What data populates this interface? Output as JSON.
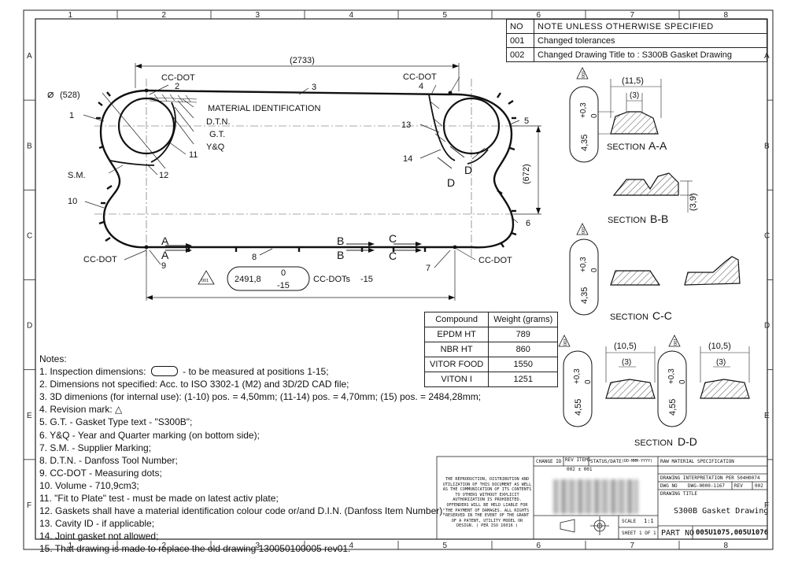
{
  "border_cols": [
    "1",
    "2",
    "3",
    "4",
    "5",
    "6",
    "7",
    "8"
  ],
  "border_rows": [
    "A",
    "B",
    "C",
    "D",
    "E",
    "F"
  ],
  "revision_table": {
    "header": {
      "no": "NO",
      "note": "NOTE UNLESS OTHERWISE SPECIFIED"
    },
    "rows": [
      {
        "no": "001",
        "note": "Changed tolerances"
      },
      {
        "no": "002",
        "note": "Changed Drawing Title to : S300B Gasket Drawing"
      }
    ]
  },
  "main_view": {
    "dim_length": "(2733)",
    "dim_diameter": "(528)",
    "dim_height": "(672)",
    "cc_dot": "CC-DOT",
    "material_identification": "MATERIAL IDENTIFICATION",
    "dtn": "D.T.N.",
    "gt": "G.T.",
    "yq": "Y&Q",
    "sm": "S.M.",
    "positions": [
      "1",
      "2",
      "3",
      "4",
      "5",
      "6",
      "7",
      "8",
      "9",
      "10",
      "11",
      "12",
      "13",
      "14"
    ],
    "section_letters": {
      "a": "A",
      "b": "B",
      "c": "C",
      "d": "D"
    },
    "measure_value": "2491,8",
    "measure_tol_upper": "0",
    "measure_tol_lower": "-15",
    "cc_dots_text": "CC-DOTs",
    "cc_dots_tol": "-15",
    "revision_mark": "001"
  },
  "sections": {
    "aa": {
      "title_prefix": "SECTION",
      "title_letter": "A-A",
      "dim_top": "(11,5)",
      "dim_inner": "(3)",
      "value": "4,35",
      "tol_upper": "+0,3",
      "tol_lower": "0",
      "revision": "001"
    },
    "bb": {
      "title_prefix": "SECTION",
      "title_letter": "B-B",
      "dim": "(3,9)"
    },
    "cc": {
      "title_prefix": "SECTION",
      "title_letter": "C-C",
      "value": "4,35",
      "tol_upper": "+0,3",
      "tol_lower": "0",
      "revision": "001"
    },
    "dd": {
      "title_prefix": "SECTION",
      "title_letter": "D-D",
      "dim_top": "(10,5)",
      "dim_inner": "(3)",
      "value": "4,55",
      "tol_upper": "+0,3",
      "tol_lower": "0",
      "revision": "001"
    }
  },
  "weights": {
    "headers": [
      "Compound",
      "Weight (grams)"
    ],
    "rows": [
      [
        "EPDM HT",
        "789"
      ],
      [
        "NBR HT",
        "860"
      ],
      [
        "VITOR FOOD",
        "1550"
      ],
      [
        "VITON I",
        "1251"
      ]
    ]
  },
  "notes": {
    "title": "Notes:",
    "n1_before": "1. Inspection dimensions:",
    "n1_after": "- to be measured at positions 1-15;",
    "items": [
      "2. Dimensions not specified: Acc. to ISO 3302-1 (M2) and 3D/2D CAD file;",
      "3. 3D dimenions (for internal use): (1-10) pos. = 4,50mm; (11-14) pos. = 4,70mm; (15) pos. = 2484,28mm;"
    ],
    "n4": "4. Revision mark:",
    "items2": [
      "5. G.T. - Gasket Type text - \"S300B\";",
      "6. Y&Q - Year and Quarter marking (on bottom side);",
      "7. S.M. - Supplier Marking;",
      "8. D.T.N. - Danfoss Tool Number;",
      "9. CC-DOT - Measuring dots;",
      "10. Volume - 710,9cm3;",
      "11. \"Fit to Plate\" test - must be made on latest activ plate;",
      "12. Gaskets shall have a material identification colour code or/and D.I.N. (Danfoss Item Number);",
      "13. Cavity ID - if applicable;",
      "14. Joint gasket not allowed;",
      "15. That drawing is made to replace the old drawing 130050100005 rev01."
    ]
  },
  "title_block": {
    "legal": "THE REPRODUCTION, DISTRIBUTION AND UTILIZATION OF THIS DOCUMENT AS WELL AS THE COMMUNICATION OF ITS CONTENTS TO OTHERS WITHOUT EXPLICIT AUTHORIZATION IS PROHIBITED. OFFENDERS WILL BE HELD LIABLE FOR THE PAYMENT OF DAMAGES. ALL RIGHTS RESERVED IN THE EVENT OF THE GRANT OF A PATENT, UTILITY MODEL OR DESIGN. ( PER ISO 16016 )",
    "change_id": "CHANGE ID",
    "rev_items": "REV ITEMS",
    "rev_items_value": "002 ± 001",
    "status_date": "STATUS/DATE",
    "date_format": "(DD-MMM-YYYY)",
    "raw_material": "RAW MATERIAL SPECIFICATION",
    "drawing_interp": "DRAWING INTERPRETATION PER 504H0074",
    "dwg_no_label": "DWG NO",
    "dwg_no": "DWG-0000-1167",
    "rev_label": "REV",
    "rev": "002",
    "drawing_title_label": "DRAWING TITLE",
    "drawing_title": "S300B Gasket Drawing",
    "scale_label": "SCALE",
    "scale": "1:1",
    "sheet_label": "SHEET",
    "sheet": "1 OF 1",
    "part_no_label": "PART NO",
    "part_no": "005U1075,005U1076"
  }
}
